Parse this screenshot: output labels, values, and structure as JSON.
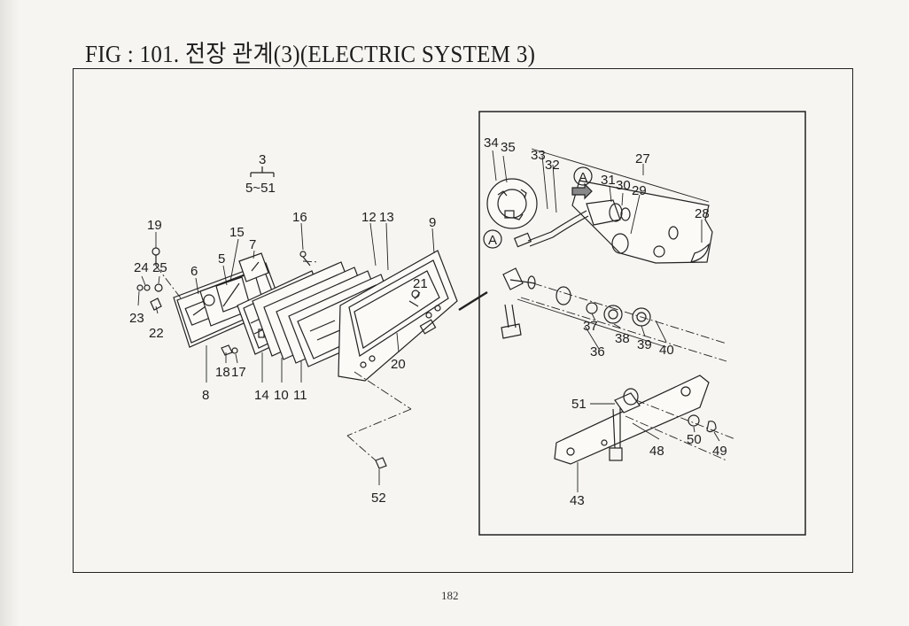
{
  "page": {
    "title": "FIG : 101. 전장 관계(3)(ELECTRIC SYSTEM 3)",
    "page_number": "182"
  },
  "diagram": {
    "assembly_label_main": "3",
    "assembly_label_range": "5~51",
    "detail_marker": "A",
    "callouts": {
      "p3": "3",
      "p5": "5",
      "p6": "6",
      "p7": "7",
      "p8": "8",
      "p9": "9",
      "p10": "10",
      "p11": "11",
      "p12": "12",
      "p13": "13",
      "p14": "14",
      "p15": "15",
      "p16": "16",
      "p17": "17",
      "p18": "18",
      "p19": "19",
      "p20": "20",
      "p21": "21",
      "p22": "22",
      "p23": "23",
      "p24": "24",
      "p25": "25",
      "p27": "27",
      "p28": "28",
      "p29": "29",
      "p30": "30",
      "p31": "31",
      "p32": "32",
      "p33": "33",
      "p34": "34",
      "p35": "35",
      "p36": "36",
      "p37": "37",
      "p38": "38",
      "p39": "39",
      "p40": "40",
      "p43": "43",
      "p48": "48",
      "p49": "49",
      "p50": "50",
      "p51": "51",
      "p52": "52"
    }
  }
}
